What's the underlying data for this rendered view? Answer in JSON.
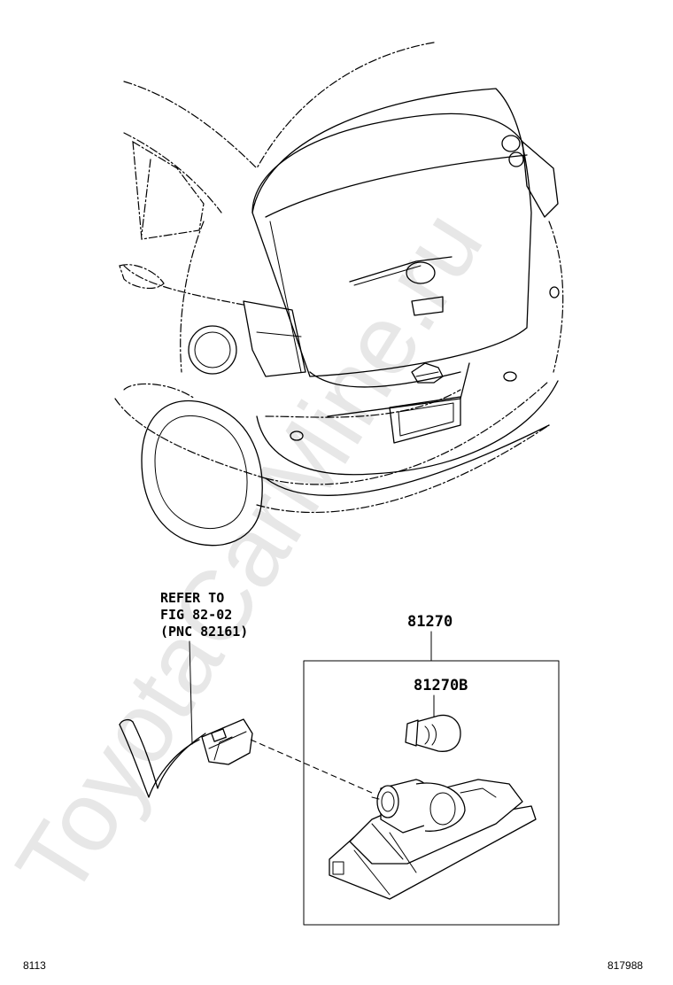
{
  "diagram": {
    "watermark": "ToyotaCarMine.ru",
    "refer_note": {
      "line1": "REFER TO",
      "line2": "FIG 82-02",
      "line3": "(PNC 82161)"
    },
    "parts": [
      {
        "part_number": "81270"
      },
      {
        "part_number": "81270B"
      }
    ],
    "footer_left": "8113",
    "footer_right": "817988"
  }
}
